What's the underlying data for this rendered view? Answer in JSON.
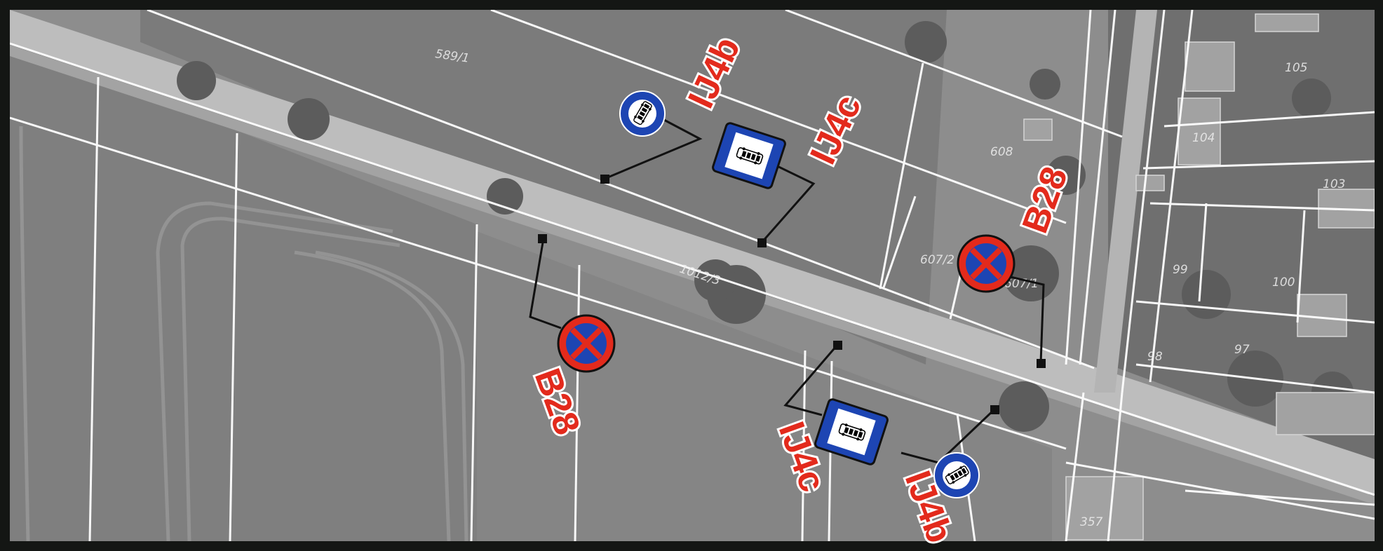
{
  "map": {
    "parcel_labels": [
      "589/1",
      "1012/3",
      "607/2",
      "607/1",
      "608",
      "105",
      "104",
      "103",
      "99",
      "100",
      "98",
      "97",
      "357"
    ],
    "signs": [
      {
        "code": "IJ4b",
        "type": "bus-stop-round",
        "name": "IJ4b"
      },
      {
        "code": "IJ4c",
        "type": "bus-stop-square",
        "name": "IJ4c"
      },
      {
        "code": "B28",
        "type": "no-stopping",
        "name": "B28"
      },
      {
        "code": "B28",
        "type": "no-stopping",
        "name": "B28"
      },
      {
        "code": "IJ4c",
        "type": "bus-stop-square",
        "name": "IJ4c"
      },
      {
        "code": "IJ4b",
        "type": "bus-stop-round",
        "name": "IJ4b"
      }
    ]
  },
  "colors": {
    "sign_blue": "#1d45b3",
    "sign_red": "#e32a1c",
    "label_red": "#e32a1c",
    "parcel_line": "#ffffff",
    "frame": "#141614"
  },
  "icons": [
    "bus-icon",
    "no-stopping-icon"
  ]
}
